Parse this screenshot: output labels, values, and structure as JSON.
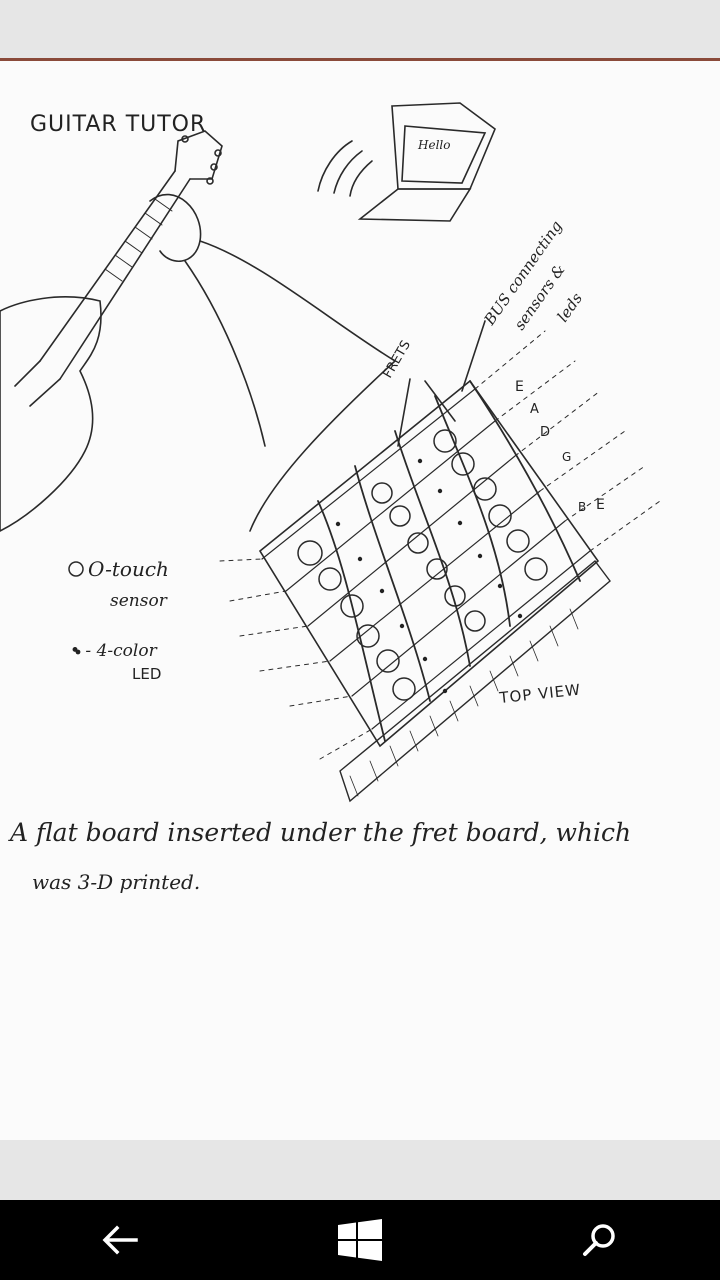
{
  "sketch": {
    "title": "GUITAR TUTOR",
    "frets_label": "FRETS",
    "bus_label_line1": "BUS connecting",
    "bus_label_line2": "sensors &",
    "bus_label_line3": "leds",
    "strings": [
      "E",
      "A",
      "D",
      "G",
      "B",
      "E"
    ],
    "legend_touch_line1": "O-touch",
    "legend_touch_line2": "sensor",
    "legend_led_line1": "• - 4-color",
    "legend_led_line2": "LED",
    "top_view_label": "TOP VIEW",
    "laptop_screen_text": "Hello",
    "note_line1": "A flat board inserted under the fret board, which",
    "note_line2": "was 3-D printed."
  },
  "nav": {
    "back_icon": "back-arrow-icon",
    "home_icon": "windows-logo-icon",
    "search_icon": "search-icon"
  }
}
